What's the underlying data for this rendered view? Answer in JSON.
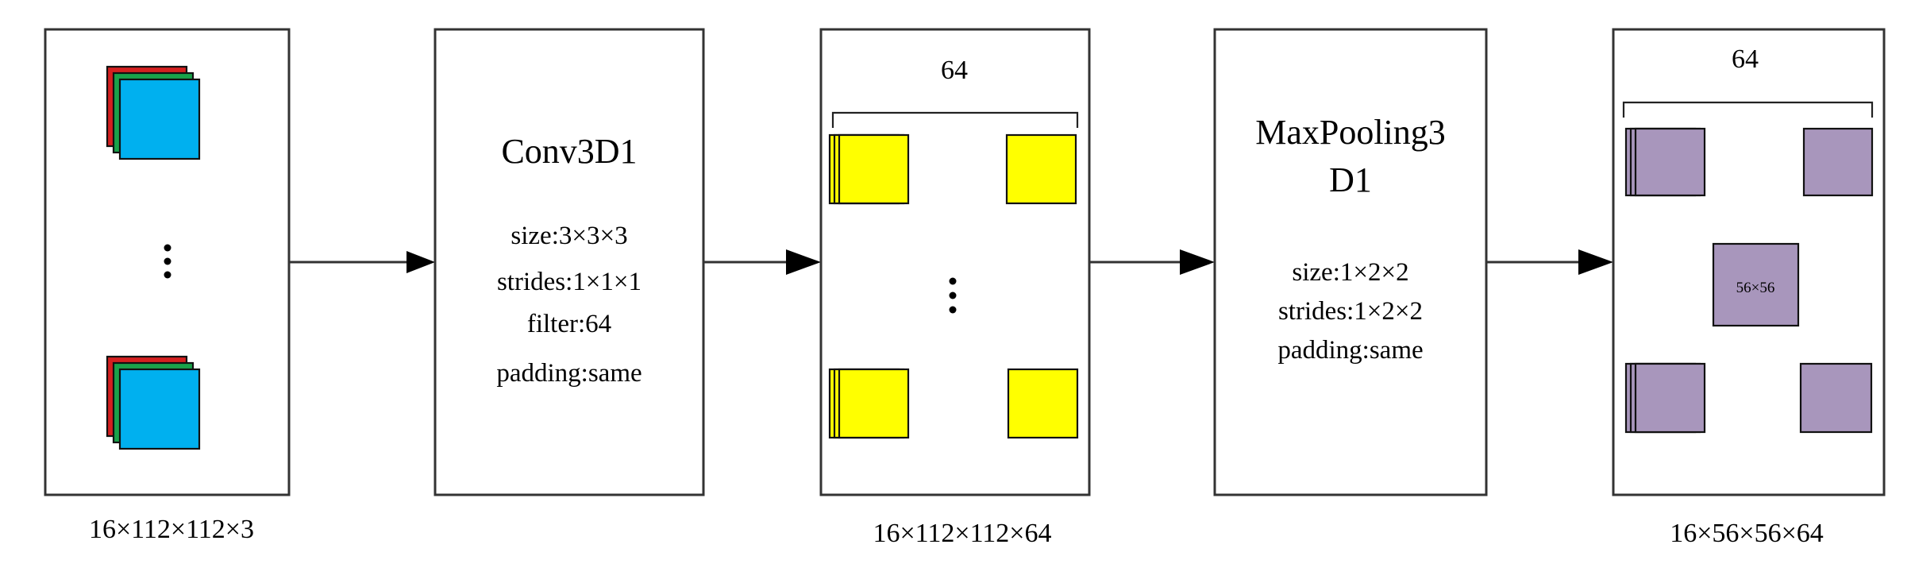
{
  "colors": {
    "red": "#d42020",
    "green": "#1aa24a",
    "cyan": "#00b0ef",
    "yellow": "#ffff00",
    "purple": "#a896bc"
  },
  "input": {
    "caption": "16×112×112×3"
  },
  "conv": {
    "title": "Conv3D1",
    "params": [
      "size:3×3×3",
      "strides:1×1×1",
      "filter:64",
      "padding:same"
    ]
  },
  "conv_output": {
    "channels": "64",
    "caption": "16×112×112×64"
  },
  "pool": {
    "title_line1": "MaxPooling3",
    "title_line2": "D1",
    "params": [
      "size:1×2×2",
      "strides:1×2×2",
      "padding:same"
    ]
  },
  "pool_output": {
    "channels": "64",
    "feature_size": "56×56",
    "caption": "16×56×56×64"
  }
}
